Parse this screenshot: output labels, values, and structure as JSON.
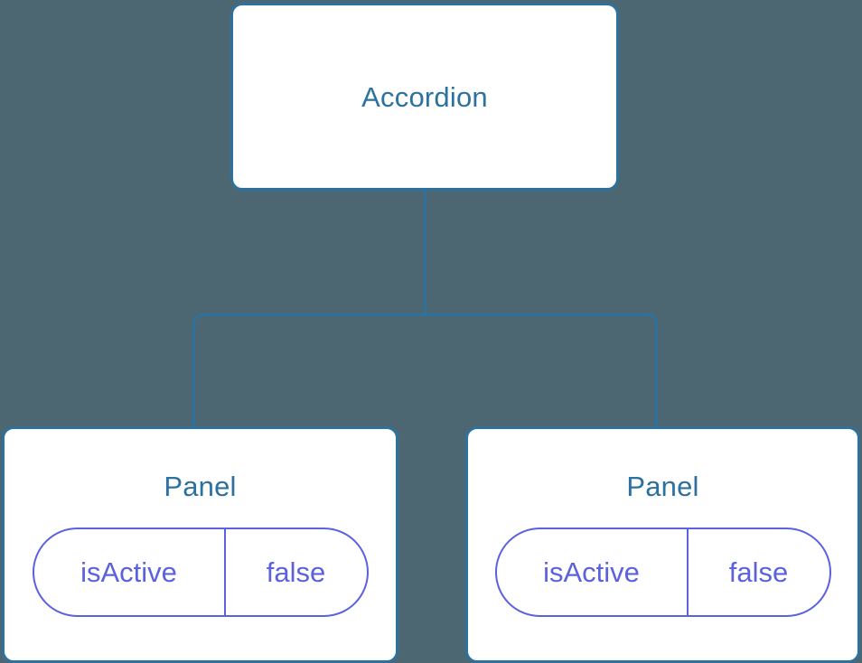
{
  "diagram": {
    "type": "component-tree",
    "background_color": "#4c6772",
    "node_border_color": "#2d719e",
    "node_fill_color": "#ffffff",
    "title_color": "#2d719e",
    "state_color": "#5c61dd",
    "edge_color": "#2d719e",
    "root": {
      "label": "Accordion"
    },
    "children": [
      {
        "label": "Panel",
        "state": {
          "key": "isActive",
          "value": "false"
        }
      },
      {
        "label": "Panel",
        "state": {
          "key": "isActive",
          "value": "false"
        }
      }
    ]
  }
}
